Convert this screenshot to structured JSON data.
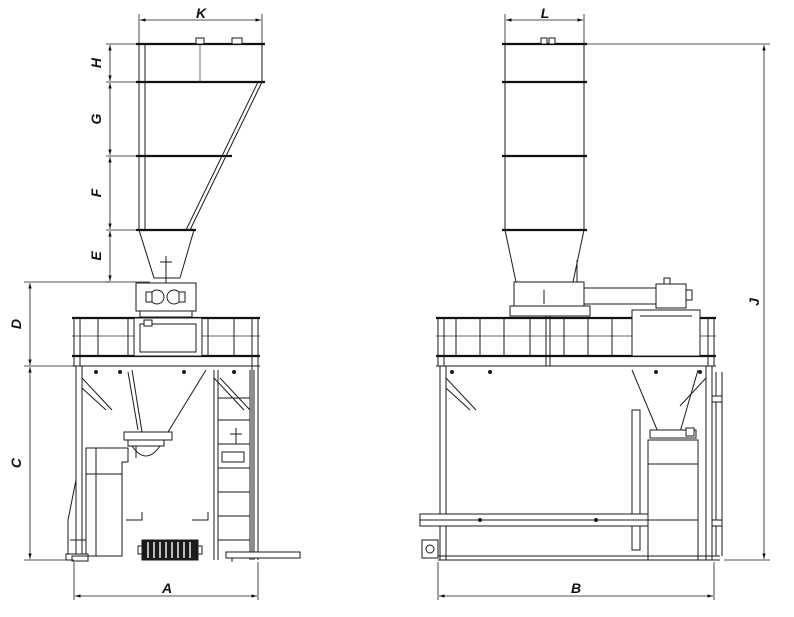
{
  "dimensions": {
    "A": "A",
    "B": "B",
    "C": "C",
    "D": "D",
    "E": "E",
    "F": "F",
    "G": "G",
    "H": "H",
    "J": "J",
    "K": "K",
    "L": "L"
  }
}
